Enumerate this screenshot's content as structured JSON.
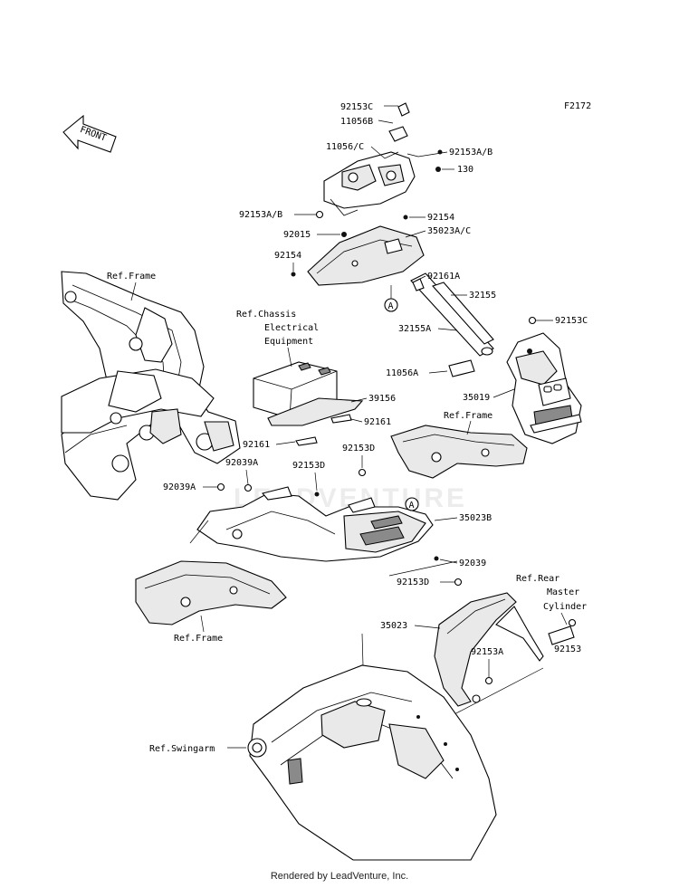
{
  "figure_code": "F2172",
  "front_arrow_text": "FRONT",
  "watermark_text": "LEADVENTURE",
  "footer_text": "Rendered by LeadVenture, Inc.",
  "callout_letter": "A",
  "labels": {
    "l_92153c_top": "92153C",
    "l_11056b": "11056B",
    "l_11056c": "11056/C",
    "l_92153ab_r": "92153A/B",
    "l_130": "130",
    "l_92153ab_l": "92153A/B",
    "l_92154_r": "92154",
    "l_92015": "92015",
    "l_35023ac": "35023A/C",
    "l_92154_l": "92154",
    "l_92161a": "92161A",
    "l_refframe_top": "Ref.Frame",
    "l_32155": "32155",
    "l_chassis1": "Ref.Chassis",
    "l_chassis2": "Electrical",
    "l_chassis3": "Equipment",
    "l_32155a": "32155A",
    "l_92153c_r": "92153C",
    "l_11056a": "11056A",
    "l_39156": "39156",
    "l_35019": "35019",
    "l_refframe_mid": "Ref.Frame",
    "l_92161": "92161",
    "l_92161_l": "92161",
    "l_92153d_a": "92153D",
    "l_92039a_1": "92039A",
    "l_92153d_b": "92153D",
    "l_92039a_2": "92039A",
    "l_35023b": "35023B",
    "l_92039": "92039",
    "l_92153d_c": "92153D",
    "l_refrear1": "Ref.Rear",
    "l_refrear2": "Master",
    "l_refrear3": "Cylinder",
    "l_35023": "35023",
    "l_92153": "92153",
    "l_92153a": "92153A",
    "l_refframe_bot": "Ref.Frame",
    "l_refswingarm": "Ref.Swingarm"
  }
}
